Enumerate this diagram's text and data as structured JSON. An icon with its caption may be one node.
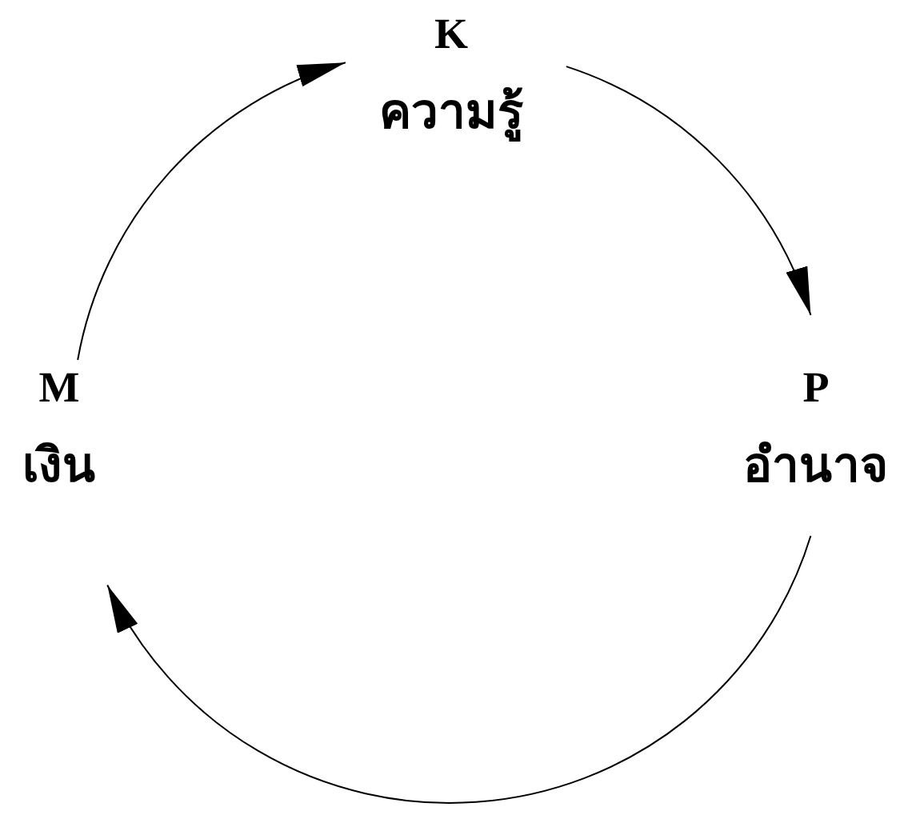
{
  "diagram": {
    "nodes": [
      {
        "text": [
          "K",
          "ความรู้"
        ]
      },
      {
        "text": [
          "P",
          "อำนาจ"
        ]
      },
      {
        "text": [
          "M",
          "เงิน"
        ]
      }
    ],
    "edges": [
      {
        "from": 0,
        "to": 1,
        "arrow": "to"
      },
      {
        "from": 1,
        "to": 2,
        "arrow": "to"
      },
      {
        "from": 2,
        "to": 0,
        "arrow": "to"
      }
    ]
  }
}
